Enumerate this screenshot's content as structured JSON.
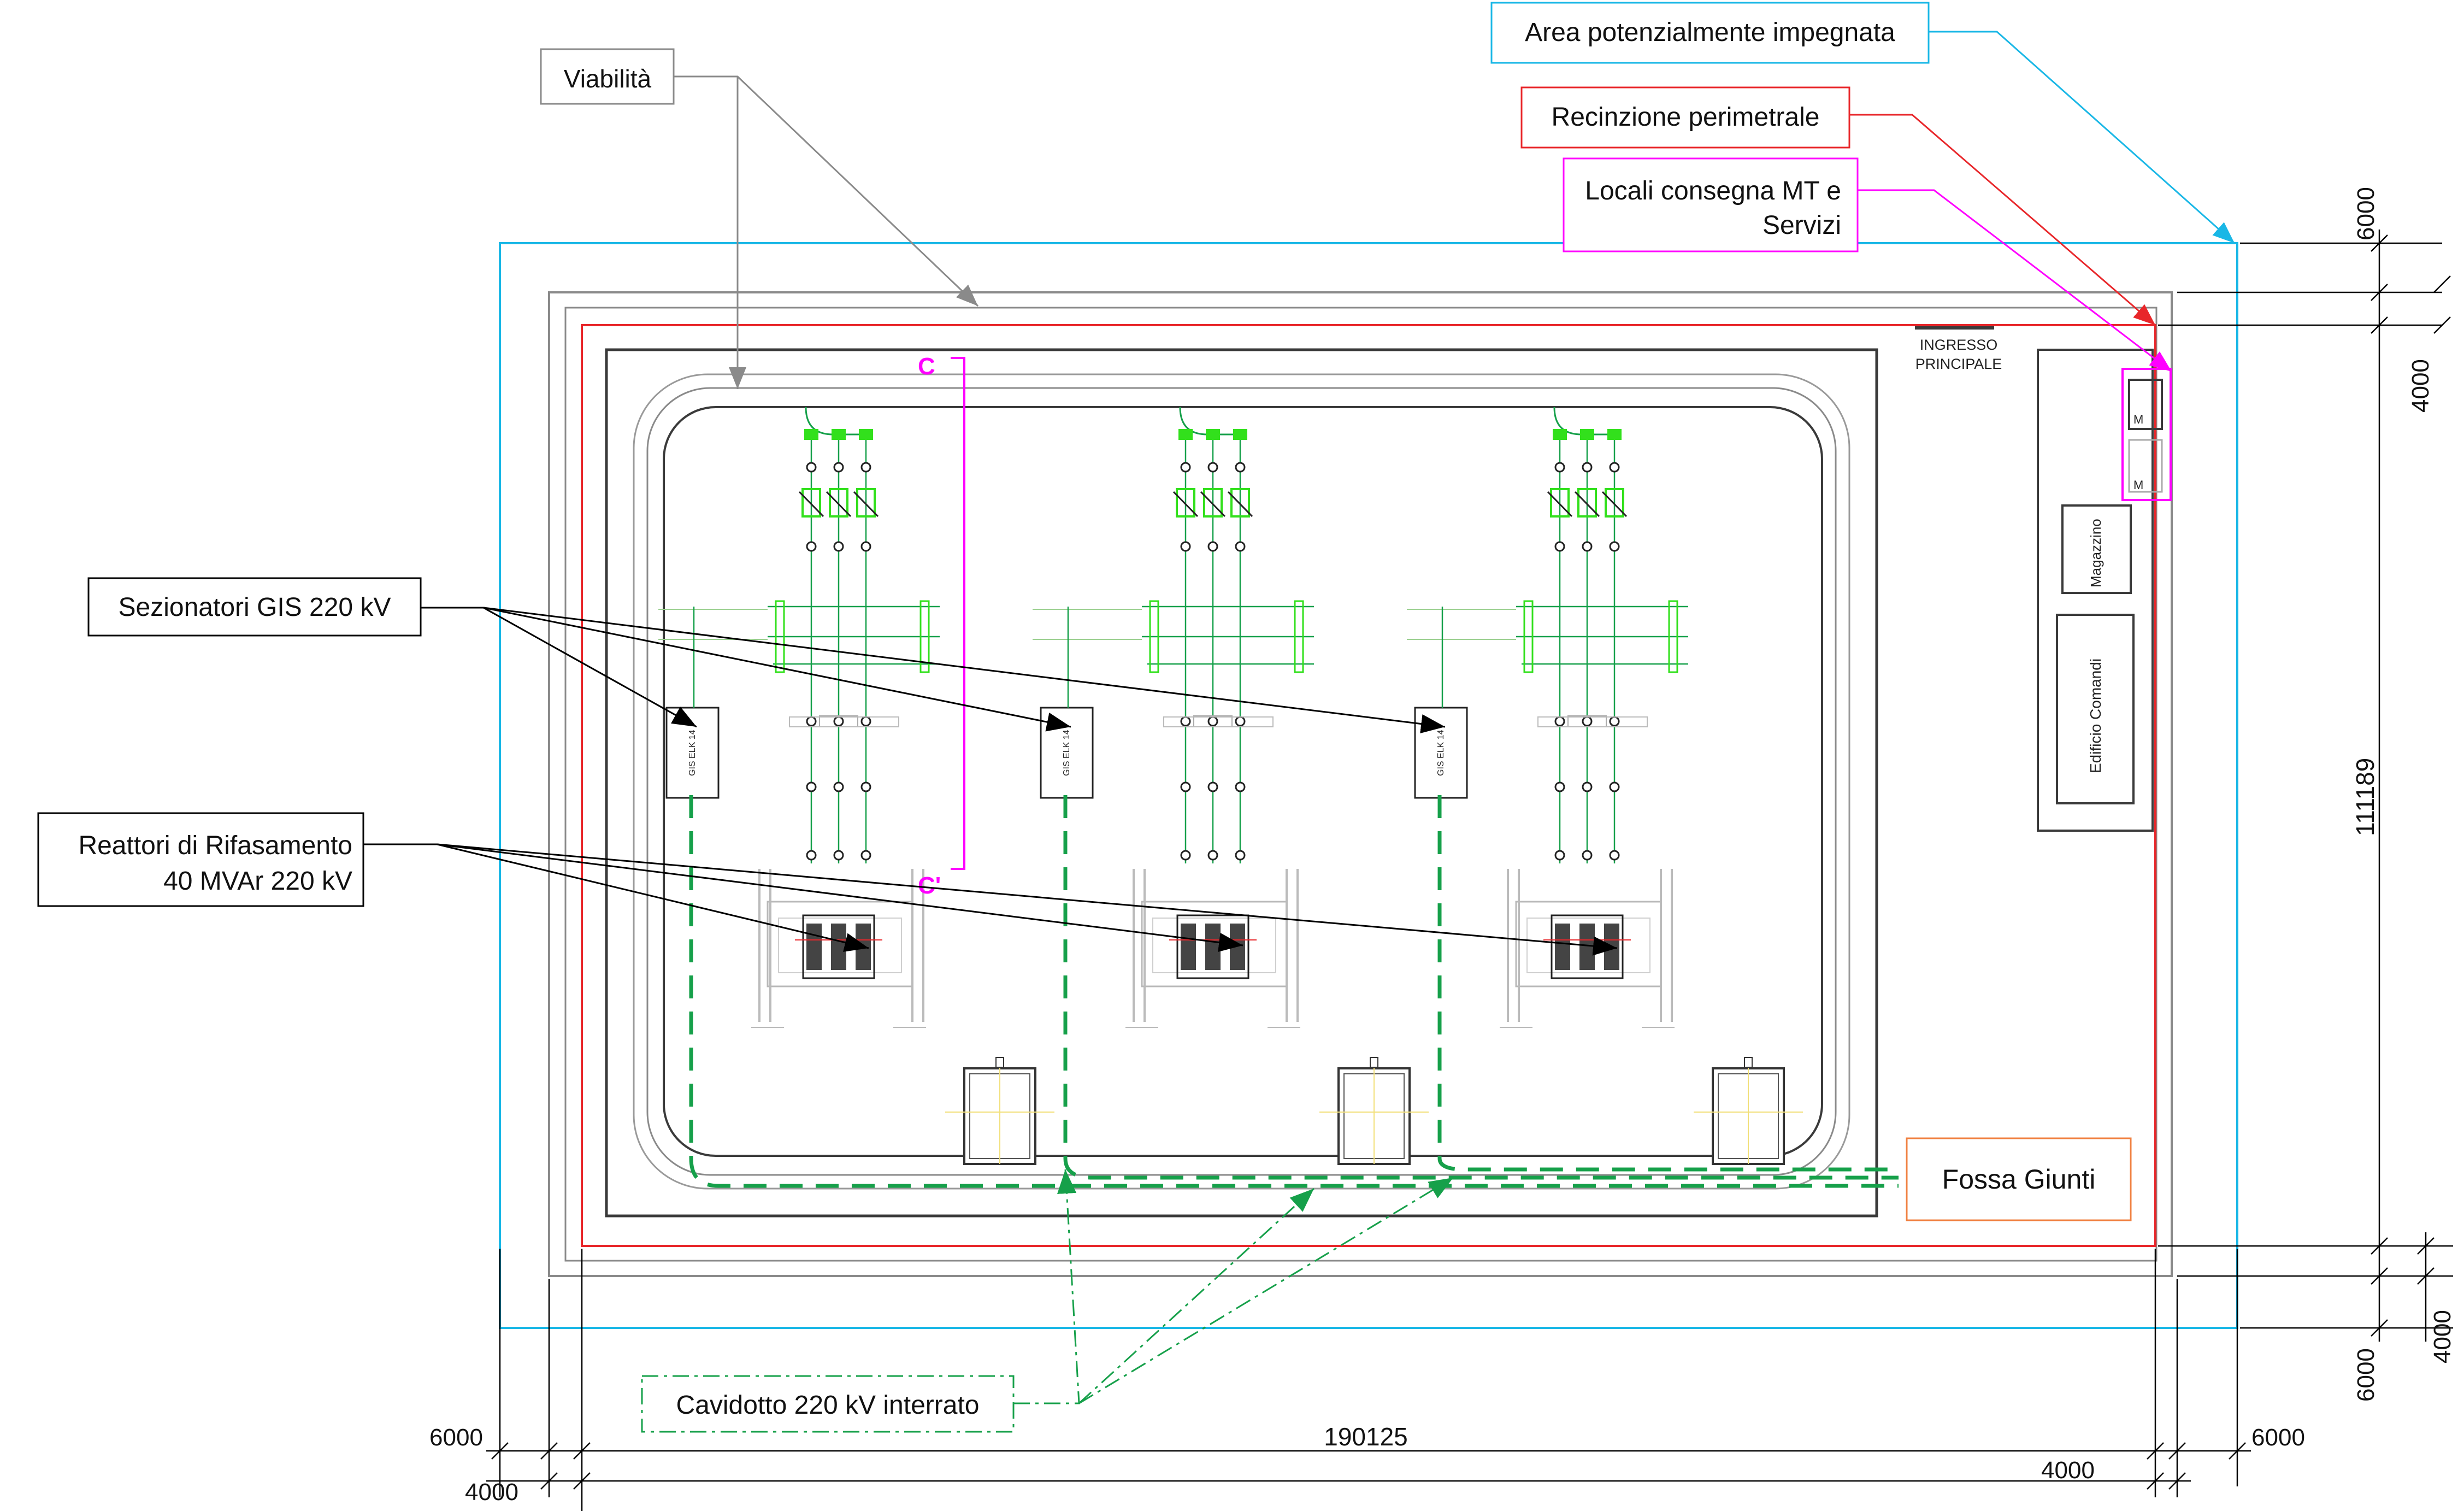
{
  "colors": {
    "cyan": "#19b7e6",
    "red": "#e8262a",
    "magenta": "#ff00ff",
    "green": "#16a04a",
    "lime": "#32e01c",
    "grey": "#8a8a8a",
    "orange": "#f08040",
    "dark": "#3a3a3a"
  },
  "labels": {
    "viabilita": "Viabilità",
    "area": "Area potenzialmente impegnata",
    "recinzione": "Recinzione perimetrale",
    "locali_1": "Locali consegna MT e",
    "locali_2": "Servizi",
    "sezionatori": "Sezionatori GIS 220 kV",
    "reattori_1": "Reattori di Rifasamento",
    "reattori_2": "40 MVAr 220 kV",
    "cavidotto": "Cavidotto 220 kV  interrato",
    "fossa": "Fossa Giunti"
  },
  "building": {
    "ingresso_1": "INGRESSO",
    "ingresso_2": "PRINCIPALE",
    "magazzino": "Magazzino",
    "edificio": "Edificio Comandi"
  },
  "sections": {
    "c_top": "C",
    "c_bottom": "C'"
  },
  "gis_label": "GIS ELK 14",
  "dimensions": {
    "top_6000": "6000",
    "top_4000": "4000",
    "height": "111189",
    "bottom_right_4000": "4000",
    "bottom_right_6000": "6000",
    "width": "190125",
    "left_6000": "6000",
    "left_4000": "4000",
    "right_6000": "6000",
    "right_4000": "4000"
  }
}
